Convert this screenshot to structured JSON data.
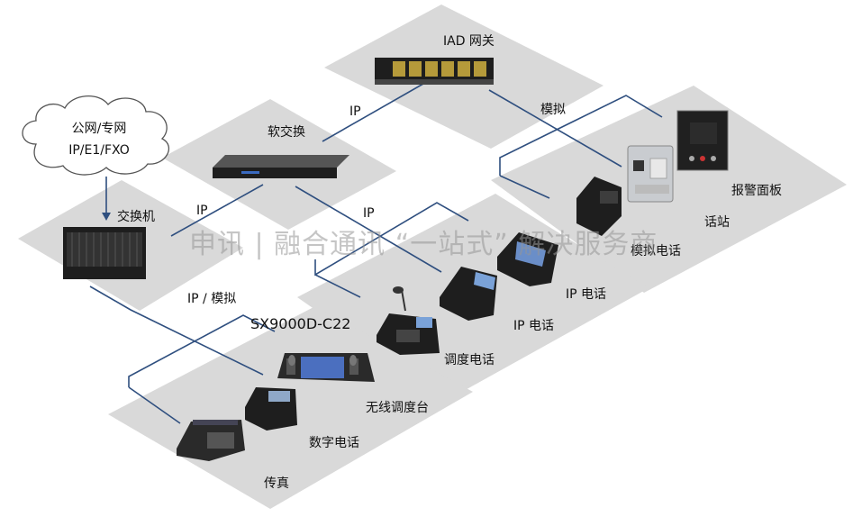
{
  "cloud": {
    "line1": "公网/专网",
    "line2": "IP/E1/FXO"
  },
  "nodes": {
    "iad_gateway": "IAD 网关",
    "softswitch": "软交换",
    "switch": "交换机",
    "alarm_panel": "报警面板",
    "intercom_station": "话站",
    "analog_phone": "模拟电话",
    "ip_phone_1": "IP 电话",
    "ip_phone_2": "IP 电话",
    "dispatch_phone": "调度电话",
    "console_model": "SX9000D-C22",
    "wireless_console": "无线调度台",
    "digital_phone": "数字电话",
    "fax": "传真"
  },
  "links": {
    "iad_soft": "IP",
    "iad_analog": "模拟",
    "soft_switch": "IP",
    "soft_ip": "IP",
    "switch_digital": "IP / 模拟"
  },
  "watermark": "申讯 | 融合通讯 “一站式” 解决服务商",
  "colors": {
    "platform": "#d9d9d9",
    "line": "#2f4f7f",
    "device_dark": "#1e1e1e"
  }
}
